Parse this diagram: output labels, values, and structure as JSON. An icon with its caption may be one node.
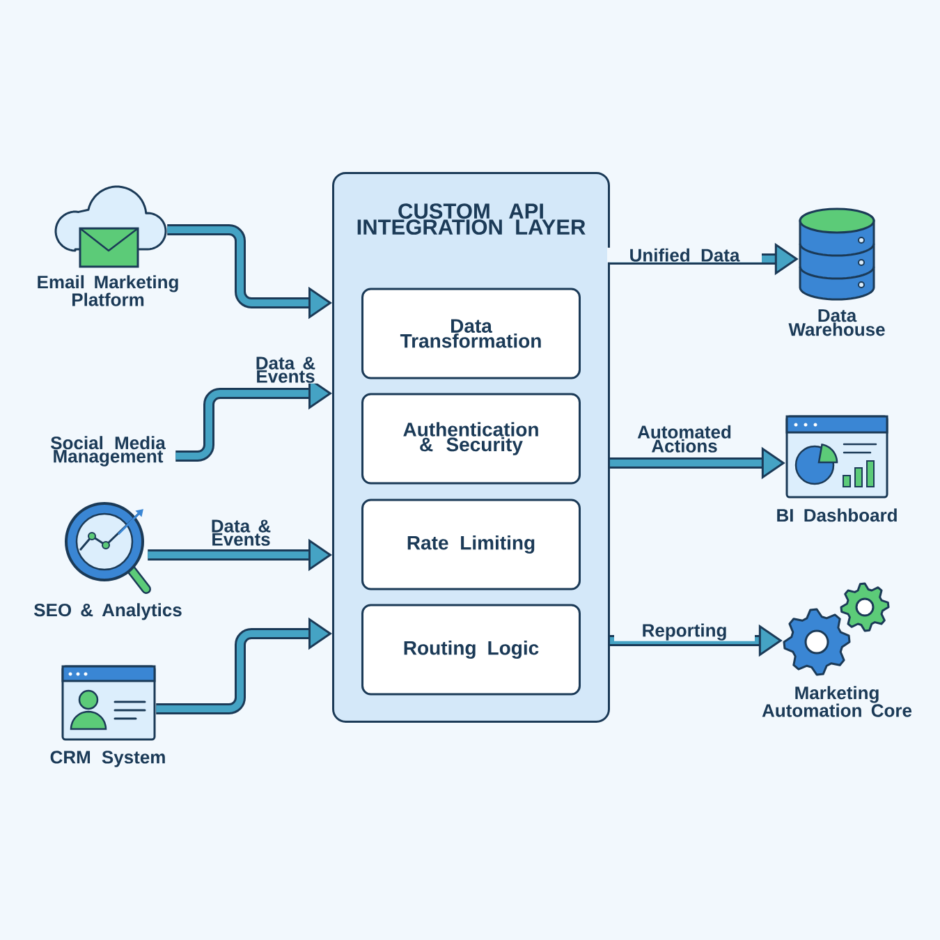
{
  "diagram": {
    "nodes": [
      {
        "text": [
          "Email Marketing Platform"
        ]
      },
      {
        "text": [
          "Social Media Management"
        ]
      },
      {
        "text": [
          "SEO & Analytics"
        ]
      },
      {
        "text": [
          "CRM System"
        ]
      },
      {
        "text": [
          "CUSTOM API INTEGRATION LAYER"
        ]
      },
      {
        "text": [
          "Data Transformation"
        ],
        "in": 4
      },
      {
        "text": [
          "Authentication & Security"
        ],
        "in": 4
      },
      {
        "text": [
          "Rate Limiting"
        ],
        "in": 4
      },
      {
        "text": [
          "Routing Logic"
        ],
        "in": 4
      },
      {
        "text": [
          "Data Warehouse"
        ]
      },
      {
        "text": [
          "BI Dashboard"
        ]
      },
      {
        "text": [
          "Marketing Automation Core"
        ]
      }
    ],
    "edges": [
      {
        "from": 0,
        "to": 4,
        "arrow": "to"
      },
      {
        "from": 1,
        "to": 4,
        "arrow": "to",
        "label": "Data & Events"
      },
      {
        "from": 2,
        "to": 4,
        "arrow": "to",
        "label": "Data & Events"
      },
      {
        "from": 3,
        "to": 4,
        "arrow": "to"
      },
      {
        "from": 4,
        "to": 9,
        "arrow": "to",
        "label": "Unified Data"
      },
      {
        "from": 4,
        "to": 10,
        "arrow": "to",
        "label": "Automated Actions"
      },
      {
        "from": 4,
        "to": 11,
        "arrow": "to",
        "label": "Reporting"
      }
    ]
  }
}
